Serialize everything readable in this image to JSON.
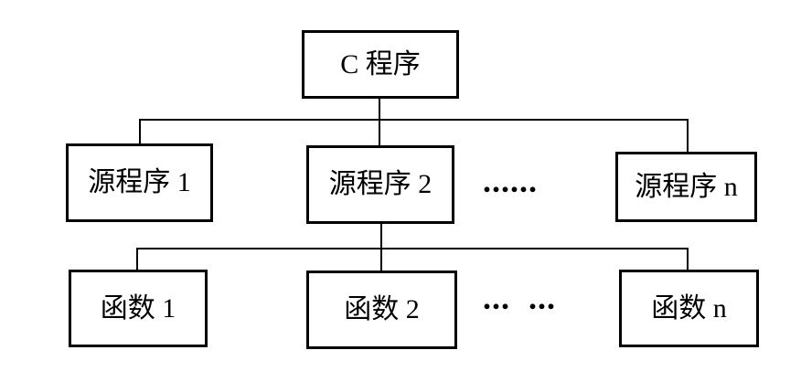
{
  "diagram": {
    "type": "tree",
    "description": "Hierarchical structure diagram of a C program: one C program is composed of multiple source programs, and a source program is composed of multiple functions",
    "root": {
      "label": "C 程序"
    },
    "level2": {
      "nodes": [
        {
          "label": "源程序 1"
        },
        {
          "label": "源程序 2"
        },
        {
          "label": "源程序 n"
        }
      ],
      "ellipsis": "......"
    },
    "level3": {
      "nodes": [
        {
          "label": "函数 1"
        },
        {
          "label": "函数 2"
        },
        {
          "label": "函数 n"
        }
      ],
      "ellipsis": "...  ..."
    },
    "colors": {
      "background": "#ffffff",
      "line": "#000000",
      "text": "#000000"
    }
  }
}
